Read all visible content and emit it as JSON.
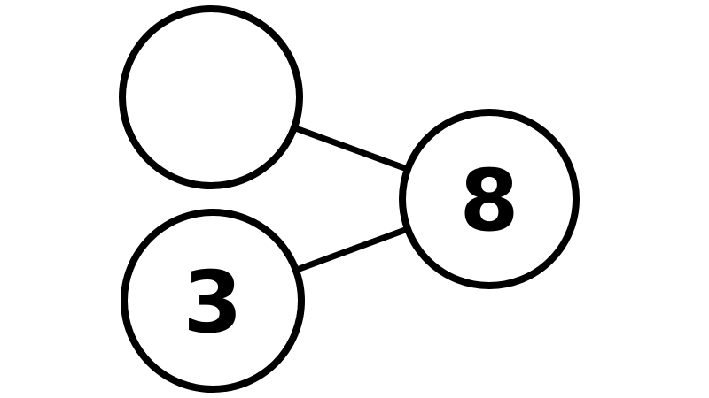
{
  "diagram": {
    "type": "number-bond",
    "whole_value": "8",
    "part_bottom_value": "3",
    "part_top_value": "",
    "colors": {
      "stroke": "#000000",
      "circle_fill": "#ffffff",
      "background": "#ffffff"
    }
  }
}
